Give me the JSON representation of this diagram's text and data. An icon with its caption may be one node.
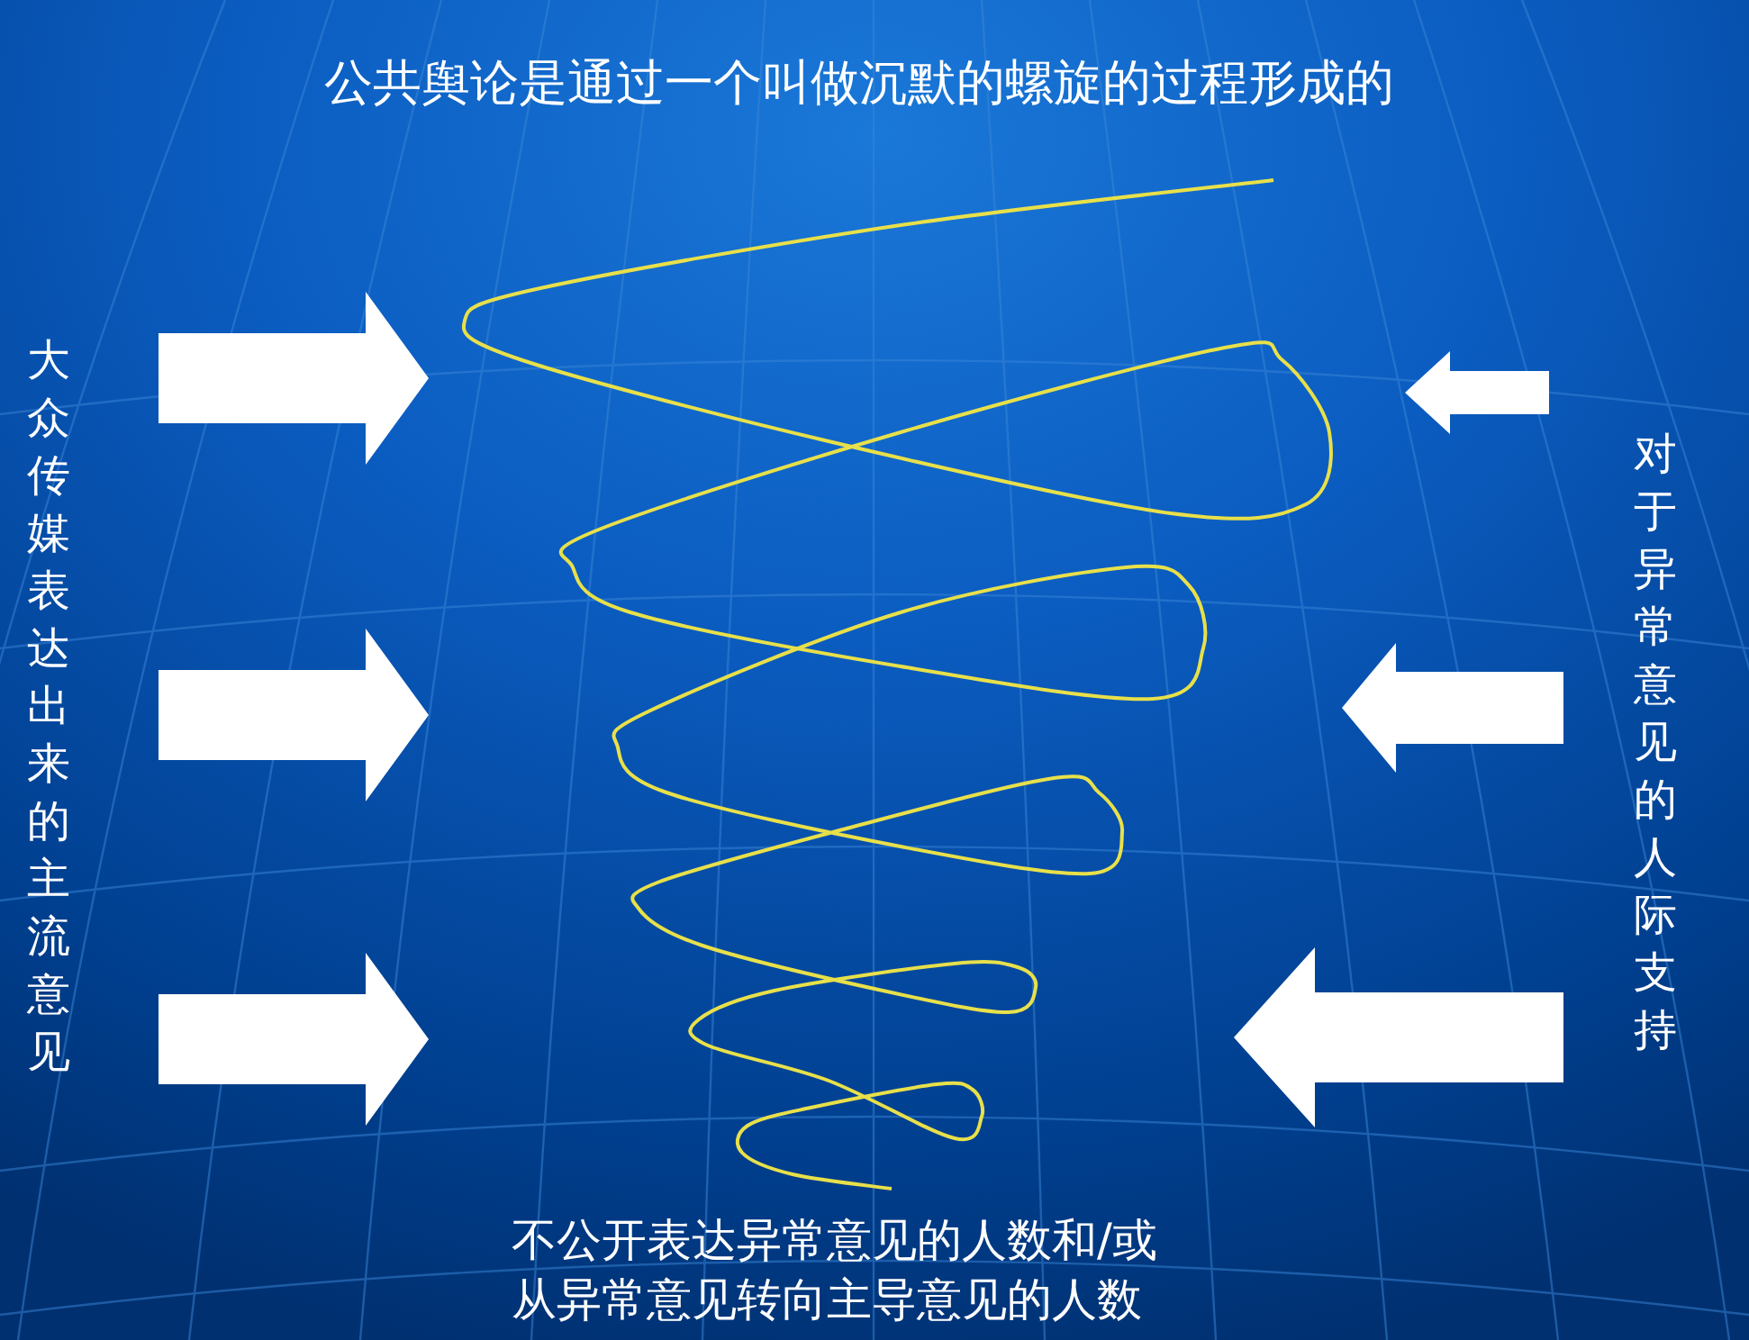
{
  "diagram": {
    "title": "公共舆论是通过一个叫做沉默的螺旋的过程形成的",
    "nodes": [
      {
        "text": [],
        "shape": "picture"
      }
    ],
    "labels": [
      "大众传媒表达出来的主流意见",
      "对于异常意见的人际支持",
      "不公开表达异常意见的人数和/或从异常意见转向主导意见的人数"
    ]
  }
}
